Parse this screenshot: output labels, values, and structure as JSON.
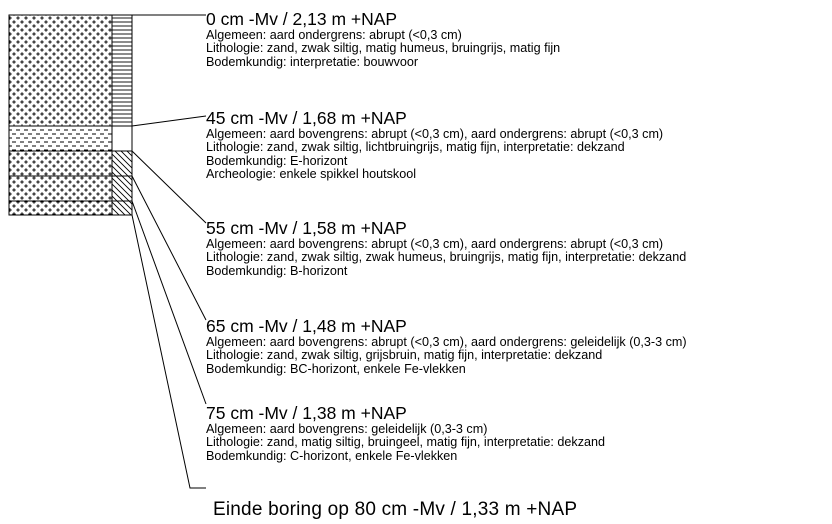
{
  "layers": [
    {
      "depth_label": "0 cm -Mv / 2,13 m +NAP",
      "lines": [
        "Algemeen: aard ondergrens: abrupt (<0,3 cm)",
        "Lithologie: zand, zwak siltig, matig humeus, bruingrijs, matig fijn",
        "Bodemkundig: interpretatie: bouwvoor"
      ]
    },
    {
      "depth_label": "45 cm -Mv / 1,68 m +NAP",
      "lines": [
        "Algemeen: aard bovengrens: abrupt (<0,3 cm), aard ondergrens: abrupt (<0,3 cm)",
        "Lithologie: zand, zwak siltig, lichtbruingrijs, matig fijn, interpretatie: dekzand",
        "Bodemkundig: E-horizont",
        "Archeologie: enkele spikkel houtskool"
      ]
    },
    {
      "depth_label": "55 cm -Mv / 1,58 m +NAP",
      "lines": [
        "Algemeen: aard bovengrens: abrupt (<0,3 cm), aard ondergrens: abrupt (<0,3 cm)",
        "Lithologie: zand, zwak siltig, zwak humeus, bruingrijs, matig fijn, interpretatie: dekzand",
        "Bodemkundig: B-horizont"
      ]
    },
    {
      "depth_label": "65 cm -Mv / 1,48 m +NAP",
      "lines": [
        "Algemeen: aard bovengrens: abrupt (<0,3 cm), aard ondergrens: geleidelijk (0,3-3 cm)",
        "Lithologie: zand, zwak siltig, grijsbruin, matig fijn, interpretatie: dekzand",
        "Bodemkundig: BC-horizont, enkele Fe-vlekken"
      ]
    },
    {
      "depth_label": "75 cm -Mv / 1,38 m +NAP",
      "lines": [
        "Algemeen: aard bovengrens: geleidelijk (0,3-3 cm)",
        "Lithologie: zand, matig siltig, bruingeel, matig fijn, interpretatie: dekzand",
        "Bodemkundig: C-horizont, enkele Fe-vlekken"
      ]
    }
  ],
  "end_label": "Einde boring op 80 cm -Mv / 1,33 m +NAP",
  "colors": {
    "line": "#000000",
    "background": "#ffffff"
  }
}
